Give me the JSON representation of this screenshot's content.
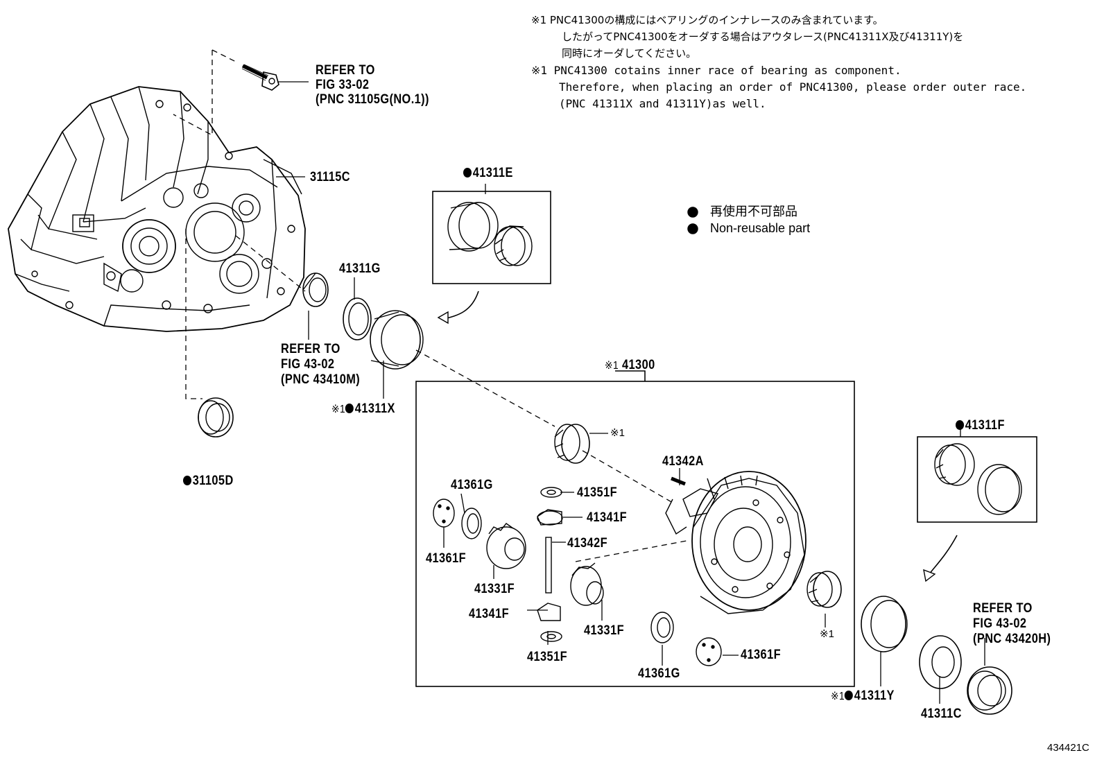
{
  "notes": {
    "jp_line1": "※1  PNC41300の構成にはベアリングのインナレースのみ含まれています。",
    "jp_line2": "したがってPNC41300をオーダする場合はアウタレース(PNC41311X及び41311Y)を",
    "jp_line3": "同時にオーダしてください。",
    "en_line1": "※1 PNC41300 cotains inner race of bearing as component.",
    "en_line2": "Therefore, when placing an order of PNC41300, please order outer race.",
    "en_line3": "(PNC 41311X and 41311Y)as well."
  },
  "legend": {
    "jp": "再使用不可部品",
    "en": "Non-reusable part"
  },
  "references": {
    "bolt": [
      "REFER TO",
      "FIG 33-02",
      "(PNC 31105G(NO.1))"
    ],
    "oil_seal_left": [
      "REFER TO",
      "FIG 43-02",
      "(PNC 43410M)"
    ],
    "oil_seal_right": [
      "REFER TO",
      "FIG 43-02",
      "(PNC 43420H)"
    ]
  },
  "part_labels": {
    "case": "31115C",
    "bearing_kit_top": "41311E",
    "bearing_kit_right": "41311F",
    "shim_left": "41311G",
    "outer_race_left": "41311X",
    "outer_race_right": "41311Y",
    "shim_right": "41311C",
    "bearing_case": "31105D",
    "diff_assy": "41300",
    "pin_a": "41342A",
    "washer_top": "41351F",
    "pinion_top": "41341F",
    "shaft": "41342F",
    "washer_g_left": "41361G",
    "washer_f_left": "41361F",
    "side_gear_left": "41331F",
    "pinion_bottom": "41341F",
    "washer_bottom": "41351F",
    "side_gear_right": "41331F",
    "washer_g_right": "41361G",
    "washer_f_right": "41361F"
  },
  "marks": {
    "note_ref": "※1",
    "ref_small": "※1"
  },
  "figure_code": "434421C"
}
